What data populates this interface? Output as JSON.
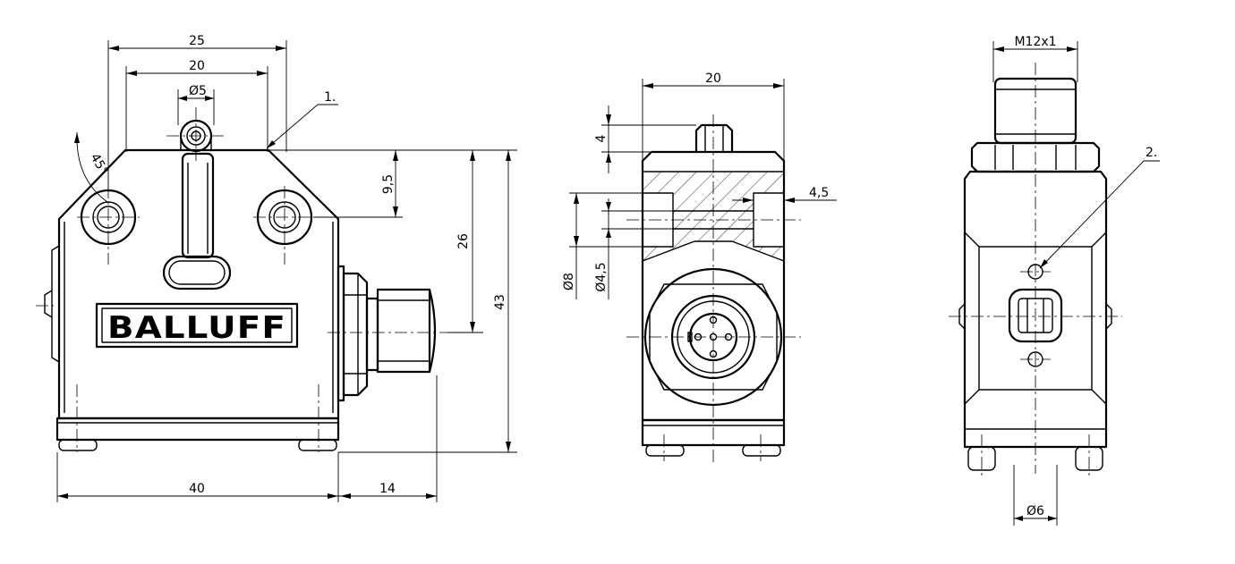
{
  "brand": "BALLUFF",
  "front_view": {
    "dim_width_top": "25",
    "dim_hole_spacing": "20",
    "dim_plunger_diameter": "Ø5",
    "dim_angle": "45°",
    "dim_hole_height": "9,5",
    "dim_connector_height": "26",
    "dim_total_height": "43",
    "dim_body_width": "40",
    "dim_connector_length": "14",
    "callout": "1."
  },
  "side_view": {
    "dim_width": "20",
    "dim_plunger_height": "4",
    "dim_hole_depth": "4,5",
    "dim_counterbore": "Ø8",
    "dim_hole_diameter": "Ø4,5"
  },
  "rear_view": {
    "dim_thread": "M12x1",
    "dim_diameter": "Ø6",
    "callout": "2."
  }
}
